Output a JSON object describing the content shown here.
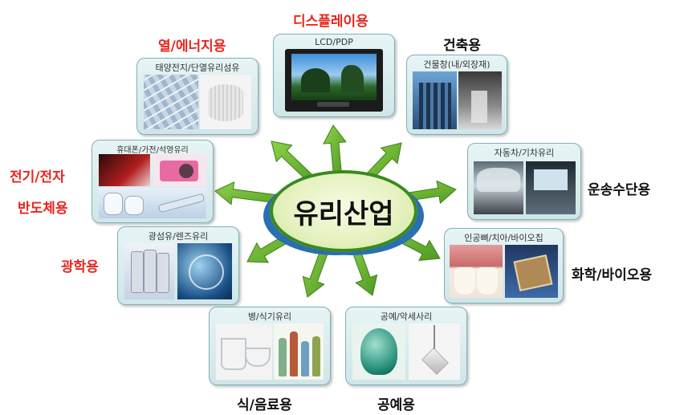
{
  "hub": {
    "label": "유리산업"
  },
  "categories": [
    {
      "id": "display",
      "label": "디스플레이용",
      "caption": "LCD/PDP",
      "label_color": "#e8251d"
    },
    {
      "id": "energy",
      "label": "열/에너지용",
      "caption": "태양전지/단열유리섬유",
      "label_color": "#e8251d"
    },
    {
      "id": "building",
      "label": "건축용",
      "caption": "건물창(내/외장재)",
      "label_color": "#111111"
    },
    {
      "id": "electronics",
      "label": "전기/전자",
      "label2": "반도체용",
      "caption": "휴대폰/가전/석영유리",
      "label_color": "#e8251d"
    },
    {
      "id": "transport",
      "label": "운송수단용",
      "caption": "자동차/기차유리",
      "label_color": "#111111"
    },
    {
      "id": "optics",
      "label": "광학용",
      "caption": "광섬유/렌즈유리",
      "label_color": "#e8251d"
    },
    {
      "id": "chembio",
      "label": "화학/바이오용",
      "caption": "인공뼈/치아/바이오칩",
      "label_color": "#111111"
    },
    {
      "id": "food",
      "label": "식/음료용",
      "caption": "병/식기유리",
      "label_color": "#111111"
    },
    {
      "id": "craft",
      "label": "공예용",
      "caption": "공예/악세사리",
      "label_color": "#111111"
    }
  ]
}
